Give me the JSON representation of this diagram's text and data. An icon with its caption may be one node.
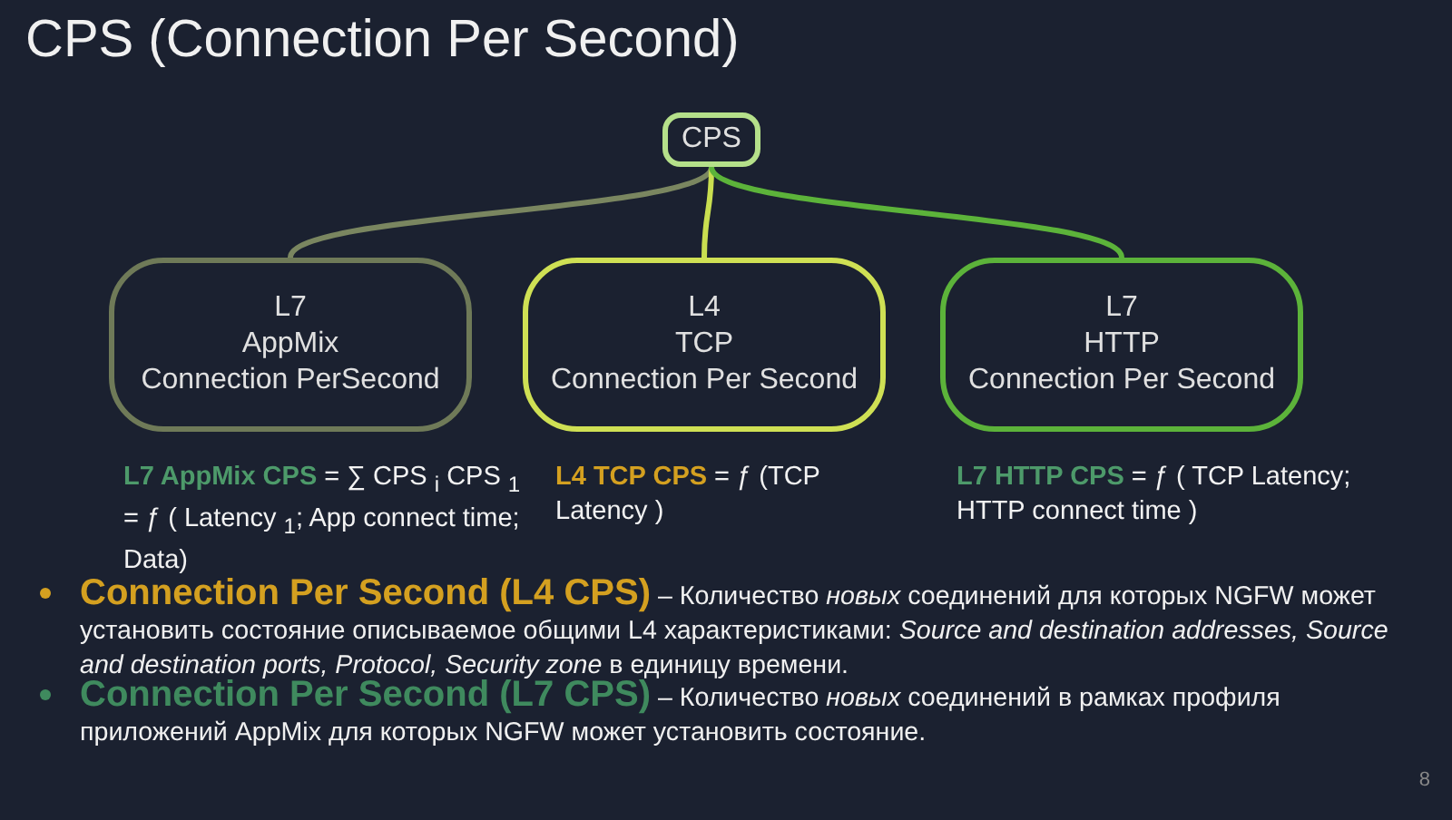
{
  "diagram": {
    "title": "CPS (Connection Per Second)",
    "nodes": [
      {
        "text": [
          "CPS"
        ]
      },
      {
        "text": [
          "L7",
          "AppMix",
          "Connection PerSecond"
        ],
        "beside": [
          "**L7 AppMix CPS** = ∑ CPS $_{i}$ CPS $_{1}$ = ƒ ( Latency $_{1}$; App connect time; Data)"
        ]
      },
      {
        "text": [
          "L4",
          "TCP",
          "Connection Per Second"
        ],
        "beside": [
          "**L4 TCP CPS** = ƒ (TCP Latency )"
        ]
      },
      {
        "text": [
          "L7",
          "HTTP",
          "Connection Per Second"
        ],
        "beside": [
          "**L7 HTTP CPS** = ƒ ( TCP Latency; HTTP connect time )"
        ]
      }
    ],
    "edges": [
      {
        "from": 0,
        "to": 1,
        "arrow": "none",
        "color": "#7a8660"
      },
      {
        "from": 0,
        "to": 2,
        "arrow": "none",
        "color": "#c9de50"
      },
      {
        "from": 0,
        "to": 3,
        "arrow": "none",
        "color": "#5cb33a"
      }
    ],
    "labels": [
      "**Connection Per Second (L4 CPS)** – Количество *новых* соединений для которых NGFW может установить состояние описываемое общими L4 характеристиками:  *Source and destination addresses, Source and destination ports, Protocol, Security zone* в единицу времени.",
      "**Connection Per Second (L7 CPS)** – Количество *новых* соединений в рамках профиля приложений AppMix для которых NGFW может  установить состояние.",
      "8"
    ]
  }
}
